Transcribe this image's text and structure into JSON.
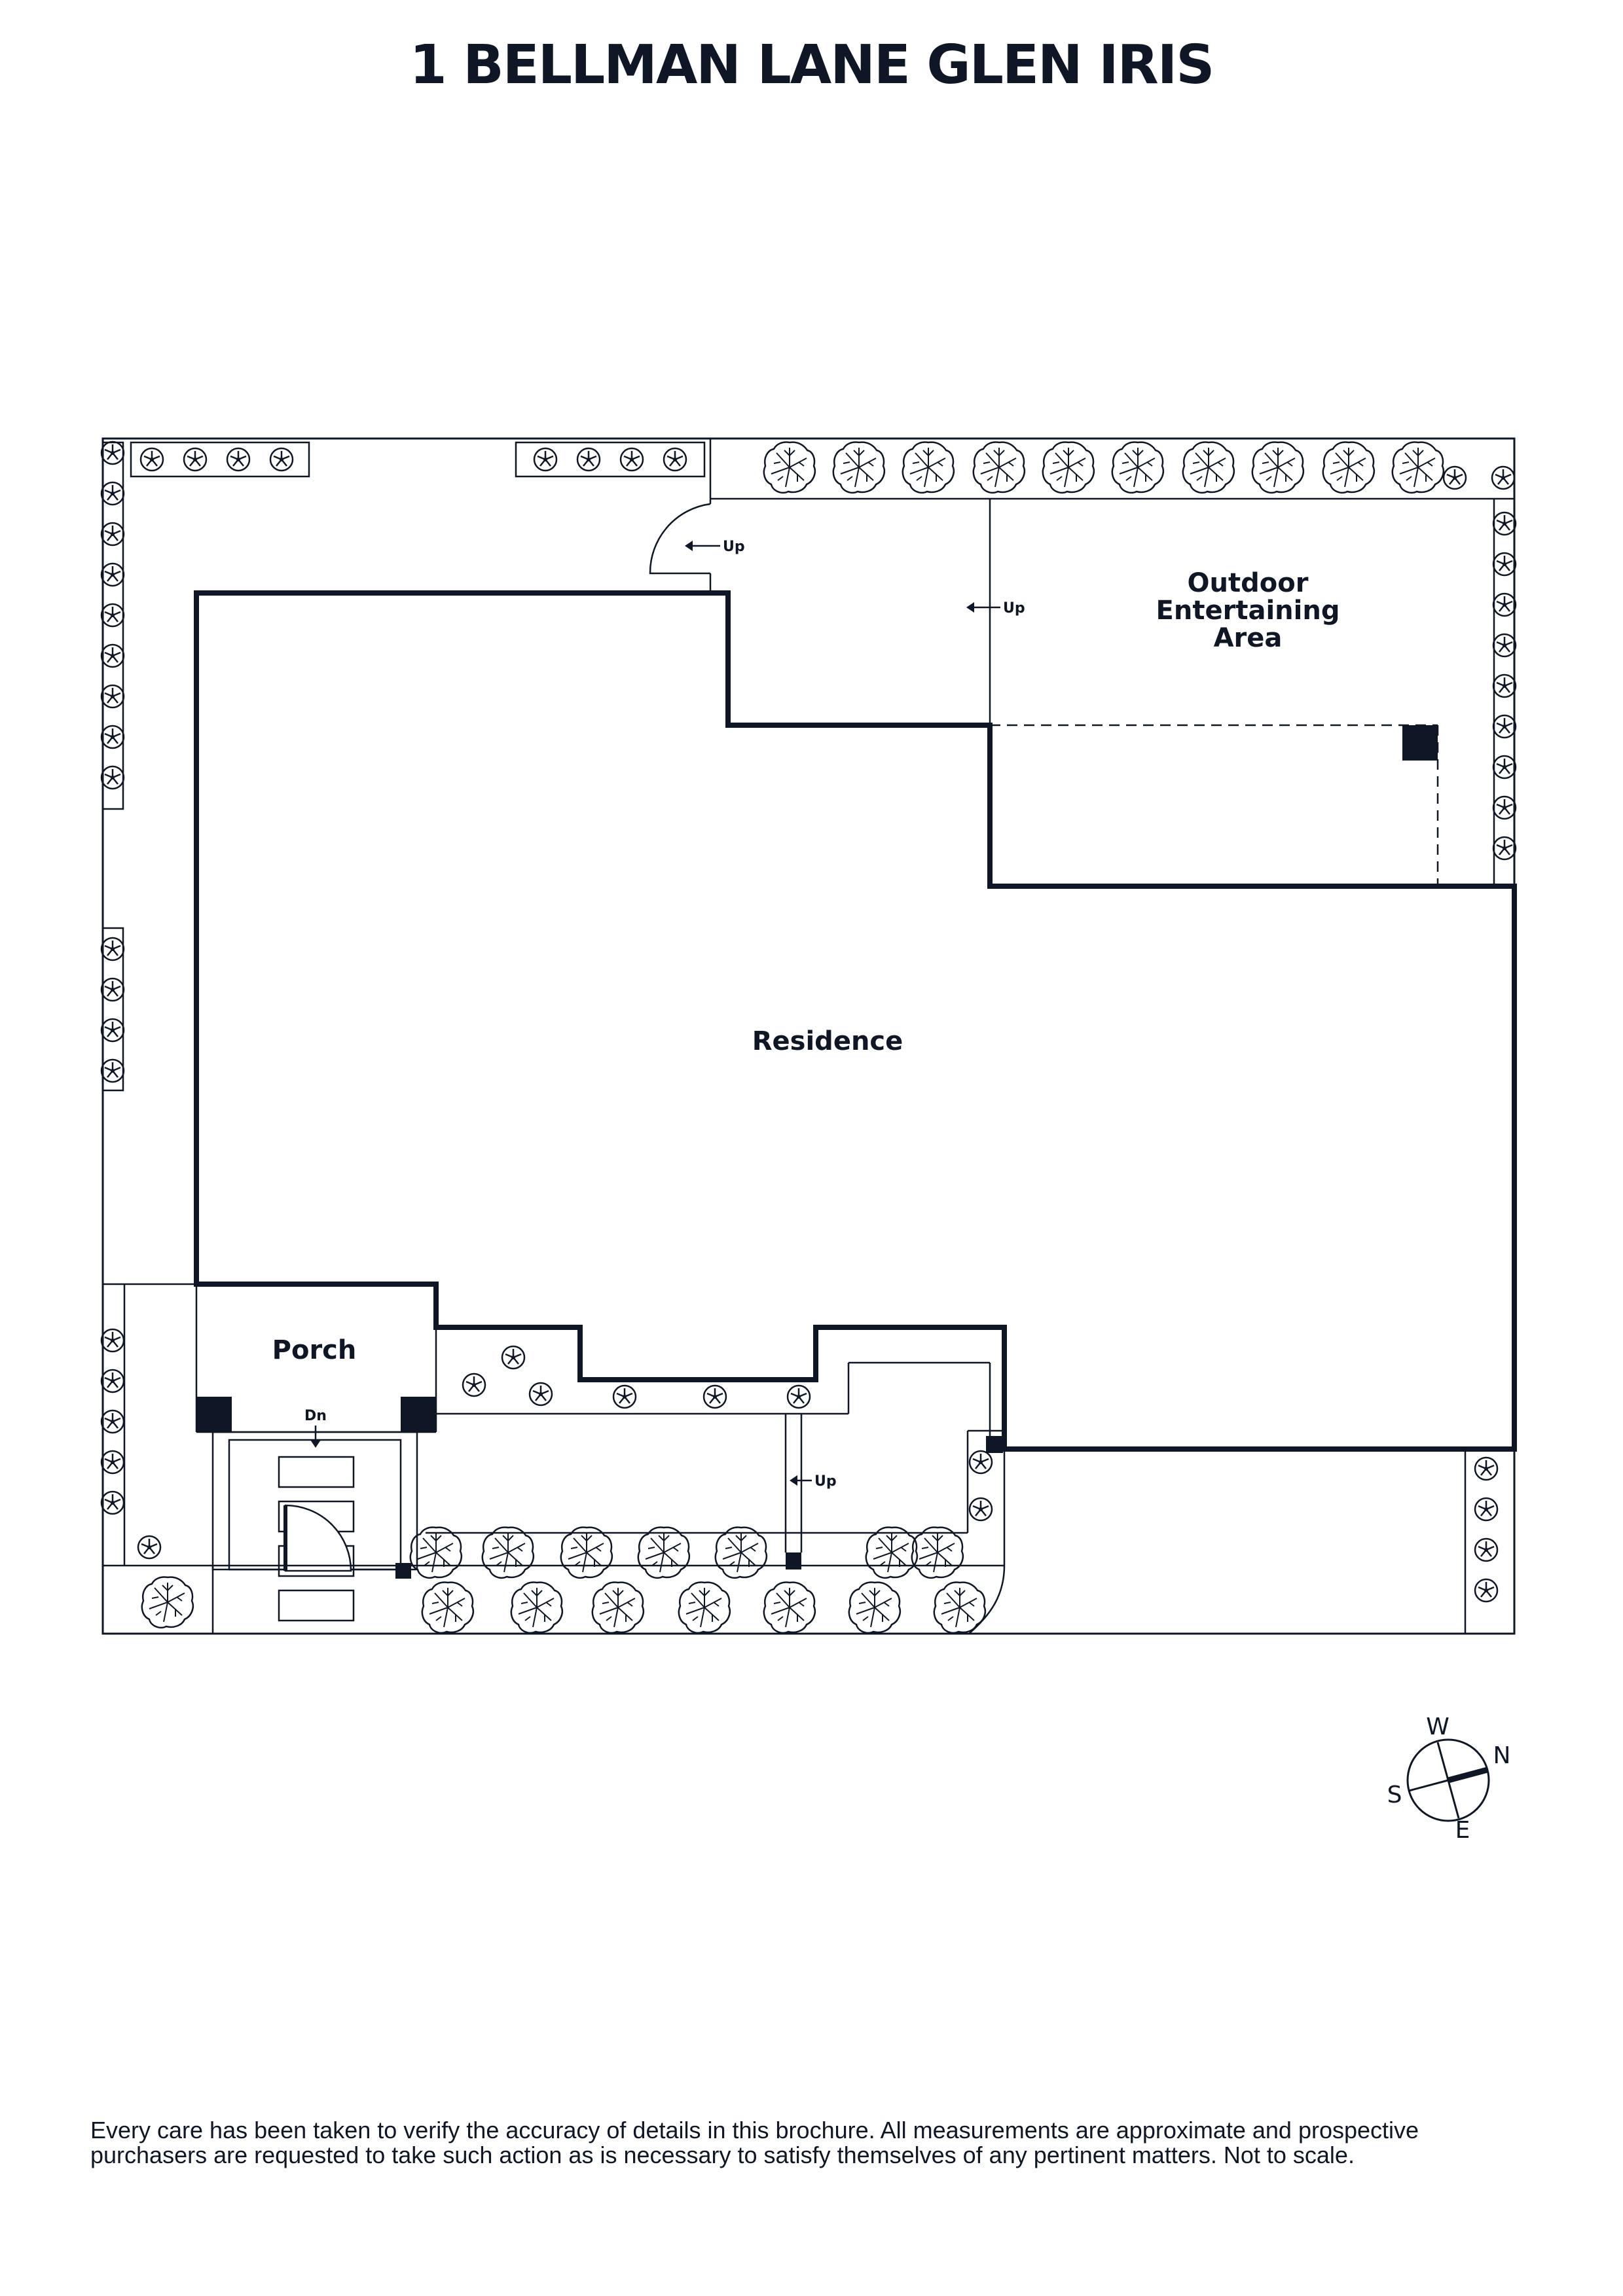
{
  "title": "1 BELLMAN LANE GLEN IRIS",
  "rooms": {
    "outdoor_line1": "Outdoor",
    "outdoor_line2": "Entertaining",
    "outdoor_line3": "Area",
    "residence": "Residence",
    "porch": "Porch"
  },
  "stair_labels": {
    "up_top_gate": "Up",
    "up_outdoor": "Up",
    "up_side_path": "Up",
    "dn_porch": "Dn"
  },
  "compass": {
    "north": "N",
    "south": "S",
    "east": "E",
    "west": "W"
  },
  "disclaimer": {
    "line1": "Every care has been taken to verify the accuracy of details in this brochure. All measurements are approximate and prospective",
    "line2": "purchasers are requested to take such action as is necessary to satisfy themselves of any pertinent matters. Not to scale."
  },
  "colors": {
    "ink": "#0f1726",
    "background": "#ffffff"
  }
}
